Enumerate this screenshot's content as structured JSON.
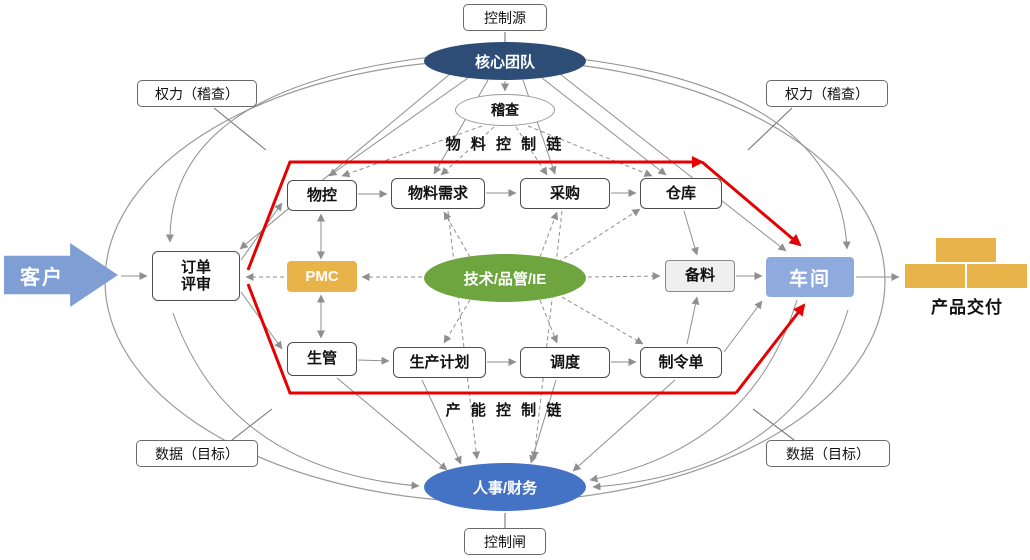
{
  "callouts": {
    "control_source": "控制源",
    "power_audit_left": "权力（稽查）",
    "power_audit_right": "权力（稽查）",
    "data_target_left": "数据（目标）",
    "data_target_right": "数据（目标）",
    "control_gate": "控制闸"
  },
  "chains": {
    "material": "物 料 控 制 链",
    "capacity": "产 能 控 制 链"
  },
  "nodes": {
    "customer": "客户",
    "core_team": "核心团队",
    "audit": "稽查",
    "order_review": {
      "line1": "订单",
      "line2": "评审"
    },
    "material_control": "物控",
    "material_demand": "物料需求",
    "purchasing": "采购",
    "warehouse": "仓库",
    "pmc": "PMC",
    "tech_qc_ie": "技术/品管/IE",
    "stock_prep": "备料",
    "workshop": "车间",
    "production_mgmt": "生管",
    "production_plan": "生产计划",
    "dispatch": "调度",
    "work_order": "制令单",
    "hr_finance": "人事/财务",
    "product_delivery": "产品交付"
  },
  "colors": {
    "customer_arrow": "#7f9fd4",
    "core_team": "#2d4d76",
    "tech_green": "#6fa53f",
    "hr_blue": "#4472c4",
    "workshop_blue": "#8faadc",
    "gold": "#e8b44a",
    "red_path": "#e60000",
    "arrow_gray": "#8f8f8f"
  }
}
